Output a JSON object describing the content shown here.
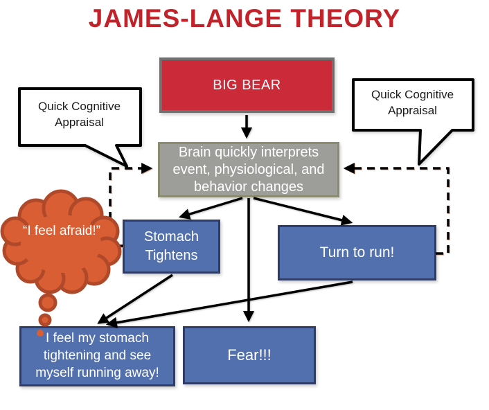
{
  "title": "JAMES-LANGE THEORY",
  "colors": {
    "title_red": "#c2232a",
    "stimulus_red": "#cb2b39",
    "brain_gray": "#9d9d99",
    "response_blue": "#5170ad",
    "thought_orange": "#d95e33"
  },
  "nodes": {
    "big_bear": {
      "label": "BIG BEAR"
    },
    "brain": {
      "label": "Brain quickly interprets event, physiological, and behavior changes"
    },
    "stomach": {
      "label": "Stomach Tightens"
    },
    "turn_to_run": {
      "label": "Turn to run!"
    },
    "i_feel": {
      "label": "I feel my stomach tightening and see myself running away!"
    },
    "fear": {
      "label": "Fear!!!"
    }
  },
  "callouts": {
    "left": {
      "label": "Quick Cognitive Appraisal"
    },
    "right": {
      "label": "Quick Cognitive Appraisal"
    }
  },
  "thought_bubble": {
    "label": "“I feel afraid!”"
  }
}
